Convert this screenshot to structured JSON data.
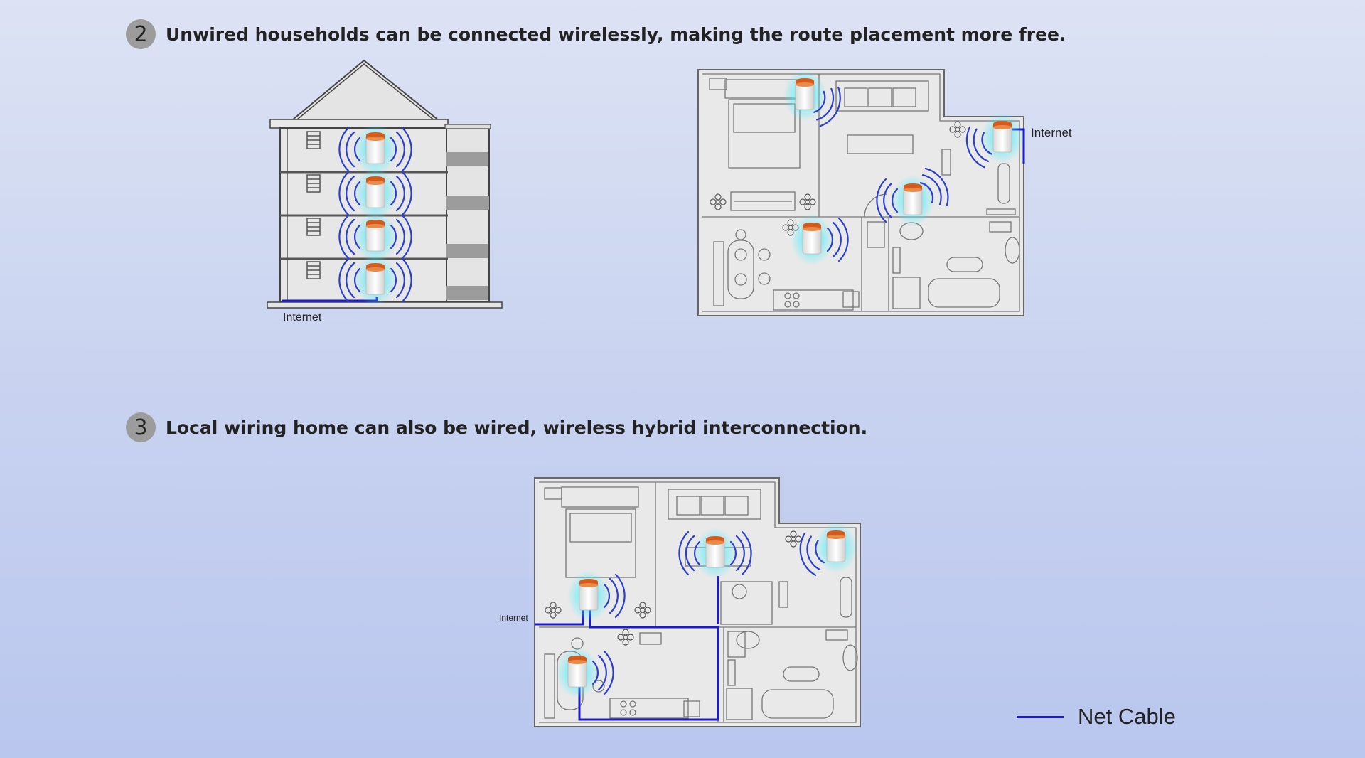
{
  "steps": [
    {
      "number": "2",
      "text": "Unwired households can be connected wirelessly, making the route placement more free."
    },
    {
      "number": "3",
      "text": "Local wiring home can also be wired, wireless hybrid interconnection."
    }
  ],
  "labels": {
    "building_internet": "Internet",
    "floorplan1_internet": "Internet",
    "floorplan2_internet": "Internet"
  },
  "legend": {
    "label": "Net Cable",
    "color": "#1a1ad0"
  },
  "colors": {
    "cable": "#1a1ad0",
    "router_cap": "#d85a1a",
    "glow": "#3ef0ff",
    "wave": "#2a3fd0"
  }
}
